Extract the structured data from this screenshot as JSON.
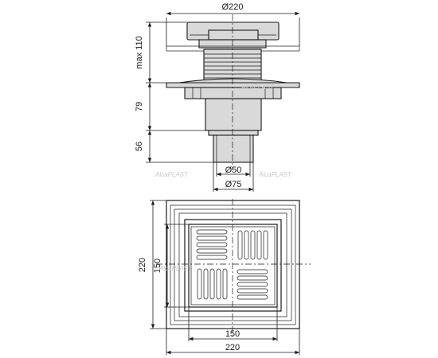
{
  "side_view": {
    "width_label": "Ø220",
    "height_label": "max 110",
    "body_label": "79",
    "outlet_label": "56",
    "inner_dia_label": "Ø50",
    "outer_dia_label": "Ø75"
  },
  "top_view": {
    "outer_height_label": "220",
    "inner_height_label": "150",
    "inner_width_label": "150",
    "outer_width_label": "220"
  },
  "watermark": "AlcaPLAST"
}
